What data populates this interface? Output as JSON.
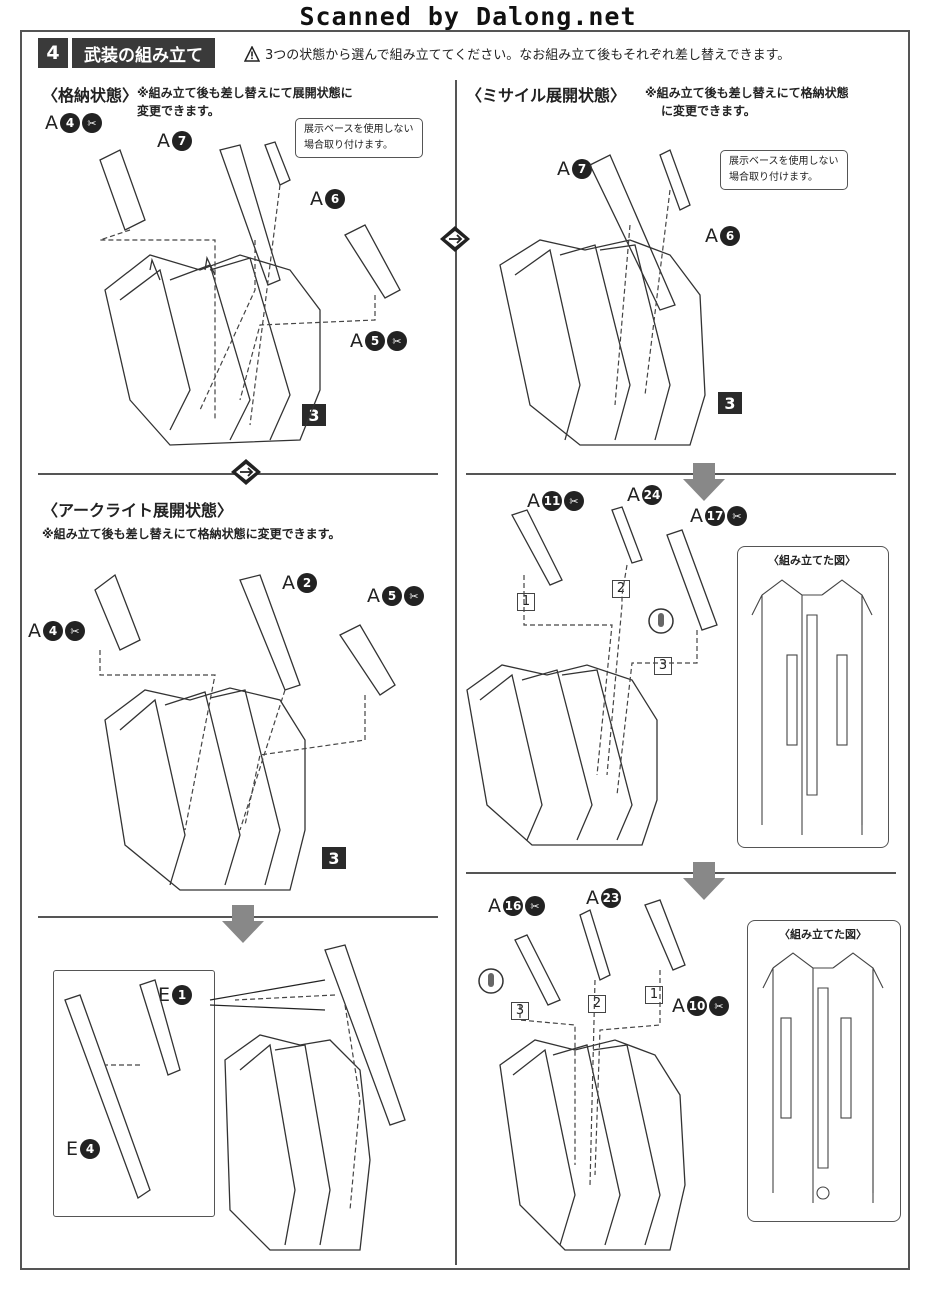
{
  "watermark": "Scanned by Dalong.net",
  "step": {
    "number": "4",
    "title": "武装の組み立て",
    "note": "3つの状態から選んで組み立ててください。なお組み立て後もそれぞれ差し替えできます。",
    "warning_icon": "warning-triangle-icon"
  },
  "sections": {
    "stowed": {
      "title": "〈格納状態〉",
      "note_line1": "※組み立て後も差し替えにて展開状態に",
      "note_line2": "変更できます。",
      "callout_line1": "展示ベースを使用しない",
      "callout_line2": "場合取り付けます。",
      "parts": [
        {
          "runner": "A",
          "num": "4",
          "cut": true
        },
        {
          "runner": "A",
          "num": "7",
          "cut": false
        },
        {
          "runner": "A",
          "num": "6",
          "cut": false
        },
        {
          "runner": "A",
          "num": "5",
          "cut": true
        }
      ],
      "assembly_ref": "3"
    },
    "missile": {
      "title": "〈ミサイル展開状態〉",
      "note_line1": "※組み立て後も差し替えにて格納状態",
      "note_line2": "に変更できます。",
      "callout_line1": "展示ベースを使用しない",
      "callout_line2": "場合取り付けます。",
      "parts": [
        {
          "runner": "A",
          "num": "7",
          "cut": false
        },
        {
          "runner": "A",
          "num": "6",
          "cut": false
        }
      ],
      "assembly_ref": "3"
    },
    "arclight": {
      "title": "〈アークライト展開状態〉",
      "note": "※組み立て後も差し替えにて格納状態に変更できます。",
      "parts": [
        {
          "runner": "A",
          "num": "4",
          "cut": true
        },
        {
          "runner": "A",
          "num": "2",
          "cut": false
        },
        {
          "runner": "A",
          "num": "5",
          "cut": true
        }
      ],
      "assembly_ref": "3"
    },
    "arclight_sub": {
      "parts": [
        {
          "runner": "E",
          "num": "1",
          "cut": false
        },
        {
          "runner": "E",
          "num": "4",
          "cut": false
        }
      ]
    },
    "missile_step2": {
      "parts": [
        {
          "runner": "A",
          "num": "11",
          "cut": true
        },
        {
          "runner": "A",
          "num": "24",
          "cut": false
        },
        {
          "runner": "A",
          "num": "17",
          "cut": true
        }
      ],
      "order": [
        "1",
        "2",
        "3"
      ],
      "assembled_label": "〈組み立てた図〉"
    },
    "missile_step3": {
      "parts": [
        {
          "runner": "A",
          "num": "16",
          "cut": true
        },
        {
          "runner": "A",
          "num": "23",
          "cut": false
        },
        {
          "runner": "A",
          "num": "10",
          "cut": true
        }
      ],
      "order": [
        "3",
        "2",
        "1"
      ],
      "assembled_label": "〈組み立てた図〉"
    }
  },
  "icons": {
    "cut": "nipper-icon",
    "swap": "swap-diamond-icon",
    "down": "down-arrow-icon",
    "hand": "finger-icon"
  }
}
